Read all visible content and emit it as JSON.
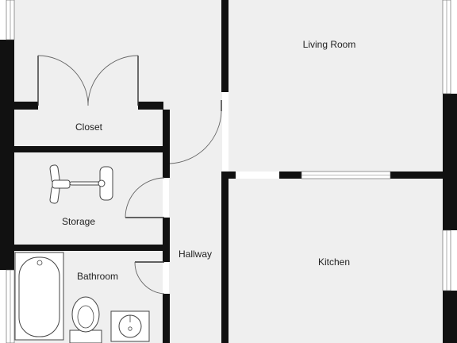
{
  "floor_plan": {
    "rooms": {
      "living_room": "Living Room",
      "closet": "Closet",
      "storage": "Storage",
      "hallway": "Hallway",
      "kitchen": "Kitchen",
      "bathroom": "Bathroom"
    },
    "fixtures": [
      "bathtub",
      "toilet",
      "sink",
      "exercise-bike"
    ],
    "colors": {
      "floor": "#efefef",
      "wall": "#111111",
      "background": "#ffffff"
    }
  }
}
